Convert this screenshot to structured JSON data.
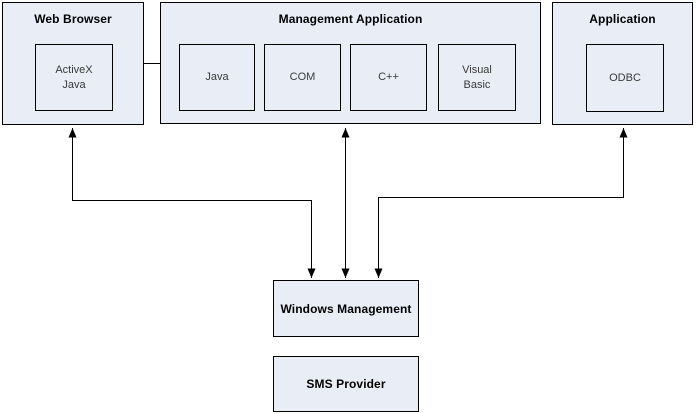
{
  "colors": {
    "background": "#ffffff",
    "box_fill": "#e9edf6",
    "box_border": "#000000",
    "title_text": "#000000",
    "label_text": "#3a3a3a",
    "line": "#000000"
  },
  "boxes": {
    "web_browser": {
      "title": "Web Browser",
      "inner": {
        "activex": "ActiveX\nJava"
      }
    },
    "management_application": {
      "title": "Management Application",
      "inner": {
        "java": "Java",
        "com": "COM",
        "cpp": "C++",
        "visual_basic": "Visual\nBasic"
      }
    },
    "application": {
      "title": "Application",
      "inner": {
        "odbc": "ODBC"
      }
    },
    "windows_management": {
      "title": "Windows Management"
    },
    "sms_provider": {
      "title": "SMS Provider"
    }
  }
}
